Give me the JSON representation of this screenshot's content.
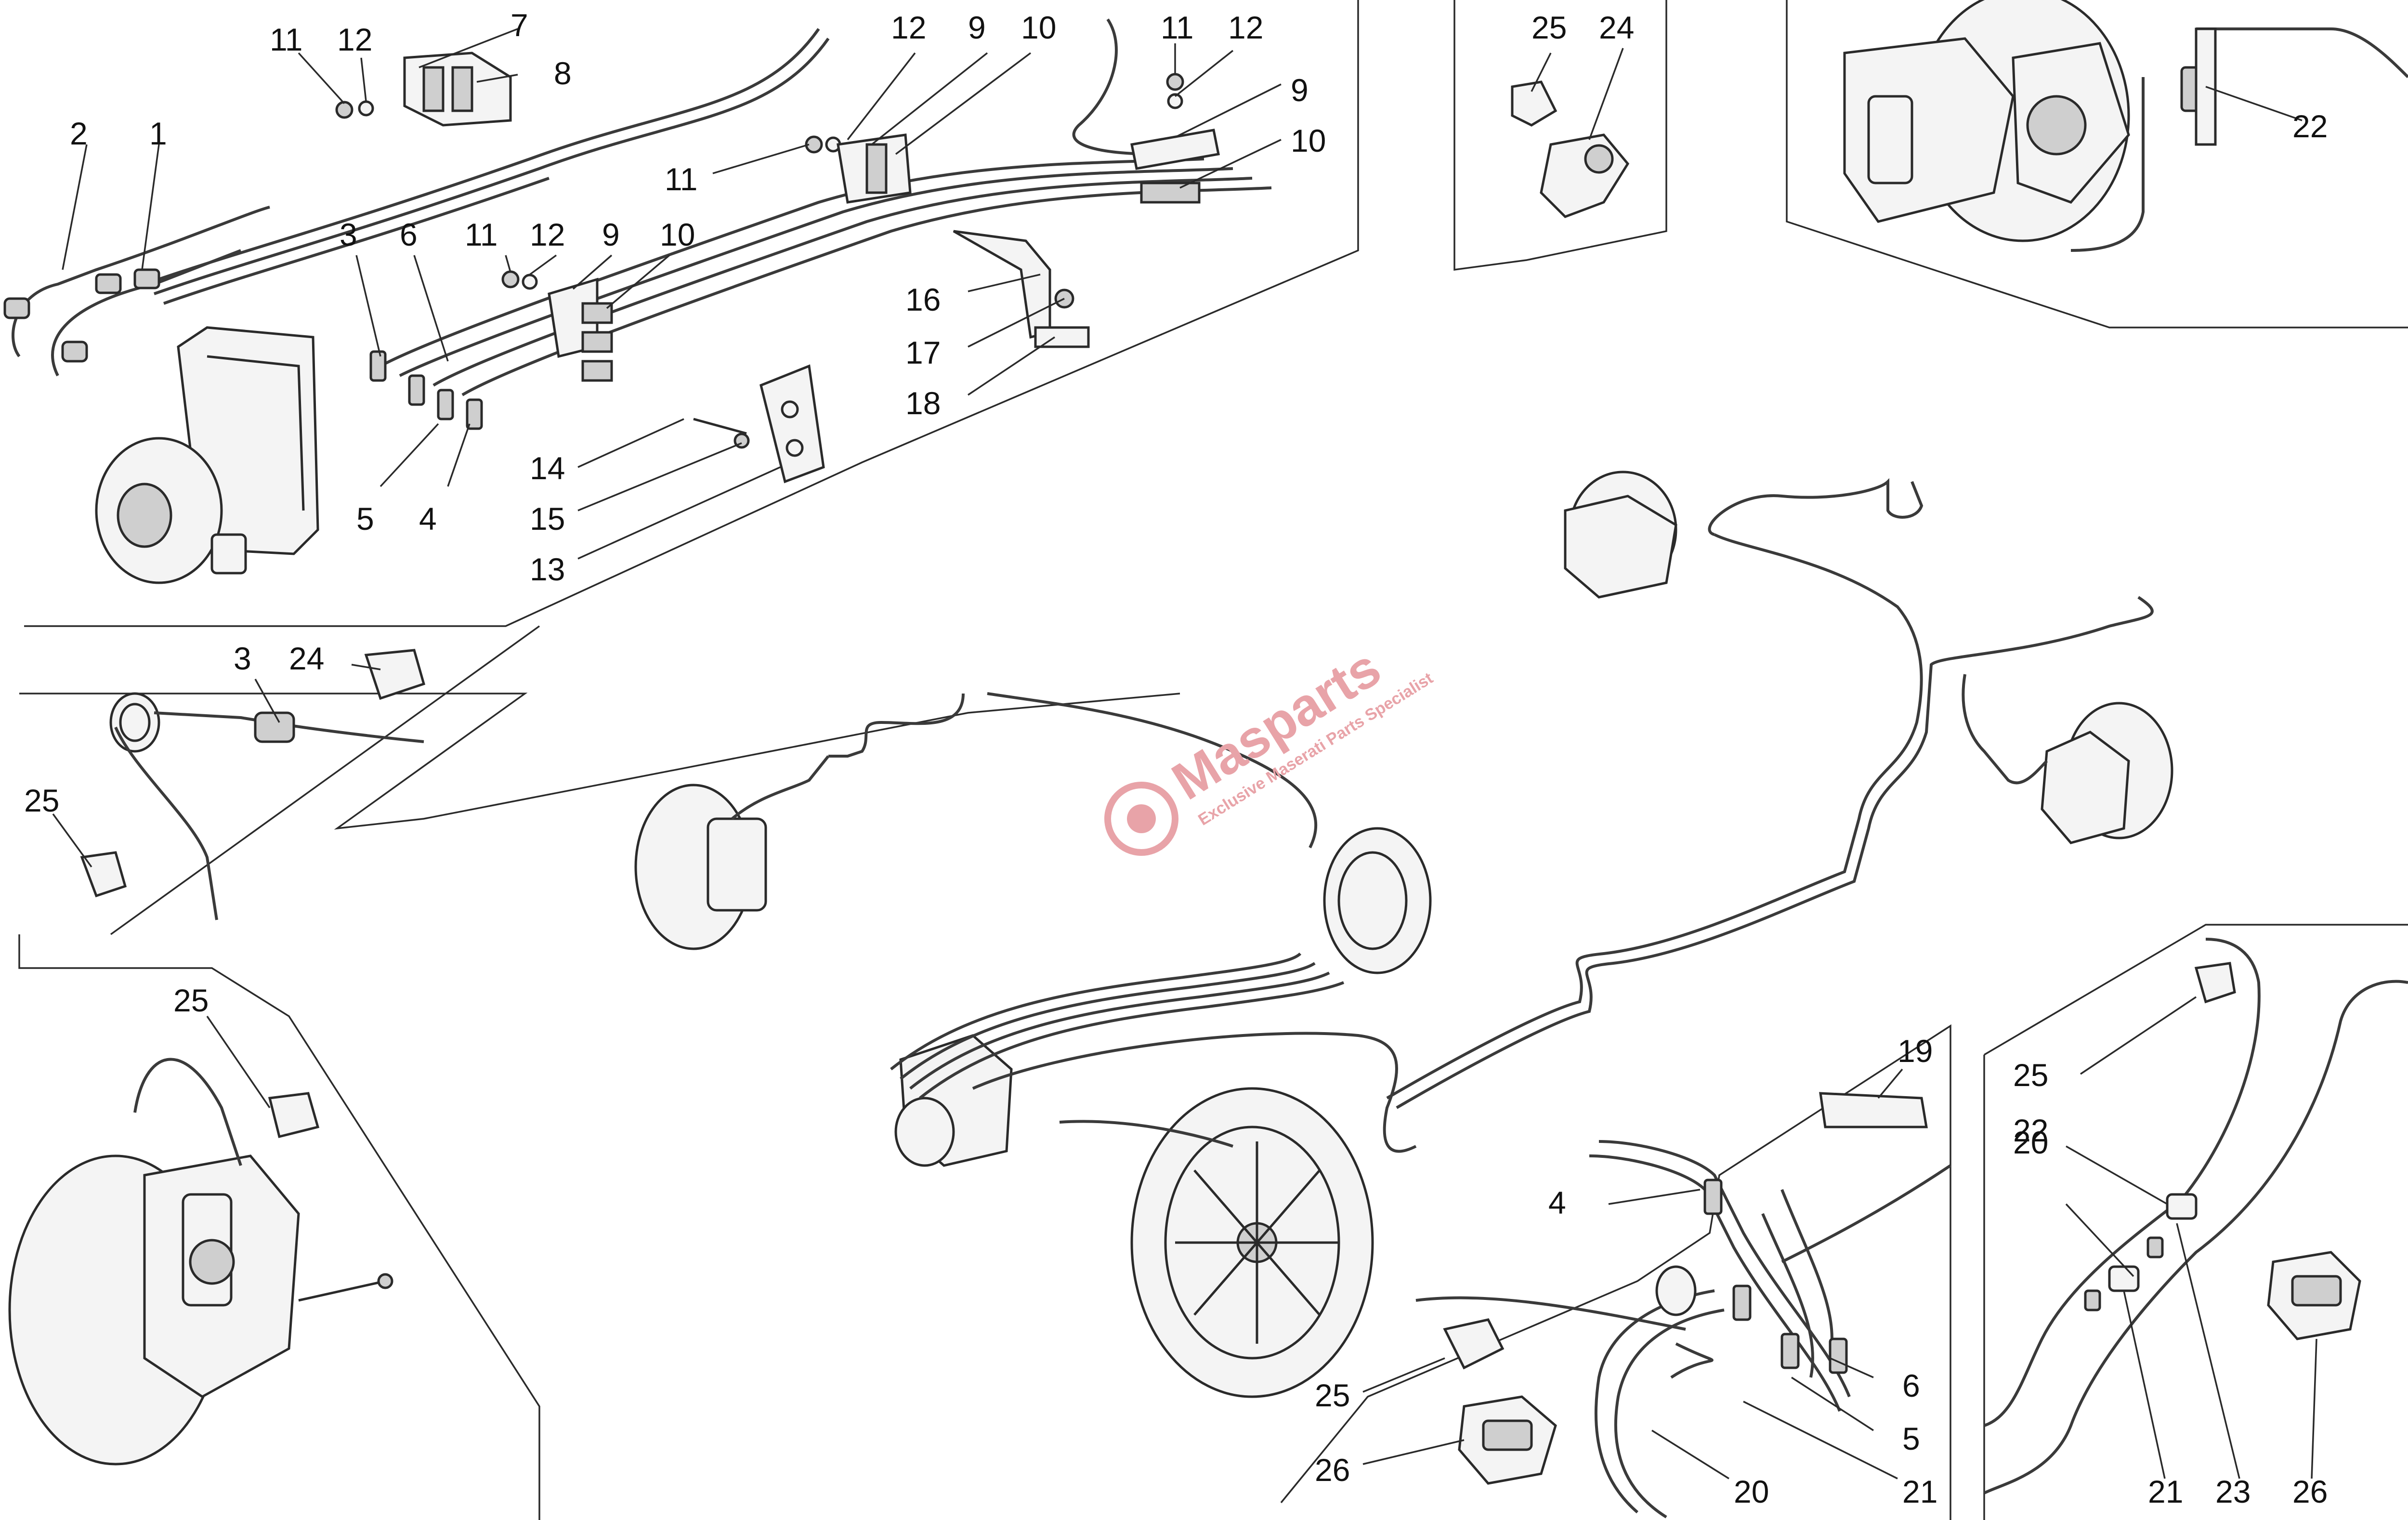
{
  "watermark": {
    "brand": "Masparts",
    "tagline": "Exclusive Maserati Parts Specialist",
    "color": "#e8a3a8"
  },
  "callouts": [
    {
      "id": "c1",
      "text": "1"
    },
    {
      "id": "c2",
      "text": "2"
    },
    {
      "id": "c3a",
      "text": "3"
    },
    {
      "id": "c3b",
      "text": "3"
    },
    {
      "id": "c4a",
      "text": "4"
    },
    {
      "id": "c4b",
      "text": "4"
    },
    {
      "id": "c5a",
      "text": "5"
    },
    {
      "id": "c5b",
      "text": "5"
    },
    {
      "id": "c6a",
      "text": "6"
    },
    {
      "id": "c6b",
      "text": "6"
    },
    {
      "id": "c7",
      "text": "7"
    },
    {
      "id": "c8",
      "text": "8"
    },
    {
      "id": "c9a",
      "text": "9"
    },
    {
      "id": "c9b",
      "text": "9"
    },
    {
      "id": "c9c",
      "text": "9"
    },
    {
      "id": "c10a",
      "text": "10"
    },
    {
      "id": "c10b",
      "text": "10"
    },
    {
      "id": "c10c",
      "text": "10"
    },
    {
      "id": "c11a",
      "text": "11"
    },
    {
      "id": "c11b",
      "text": "11"
    },
    {
      "id": "c11c",
      "text": "11"
    },
    {
      "id": "c11d",
      "text": "11"
    },
    {
      "id": "c12a",
      "text": "12"
    },
    {
      "id": "c12b",
      "text": "12"
    },
    {
      "id": "c12c",
      "text": "12"
    },
    {
      "id": "c12d",
      "text": "12"
    },
    {
      "id": "c13",
      "text": "13"
    },
    {
      "id": "c14",
      "text": "14"
    },
    {
      "id": "c15",
      "text": "15"
    },
    {
      "id": "c16",
      "text": "16"
    },
    {
      "id": "c17",
      "text": "17"
    },
    {
      "id": "c18",
      "text": "18"
    },
    {
      "id": "c19",
      "text": "19"
    },
    {
      "id": "c20a",
      "text": "20"
    },
    {
      "id": "c20b",
      "text": "20"
    },
    {
      "id": "c21a",
      "text": "21"
    },
    {
      "id": "c21b",
      "text": "21"
    },
    {
      "id": "c22a",
      "text": "22"
    },
    {
      "id": "c22b",
      "text": "22"
    },
    {
      "id": "c23",
      "text": "23"
    },
    {
      "id": "c24a",
      "text": "24"
    },
    {
      "id": "c24b",
      "text": "24"
    },
    {
      "id": "c25a",
      "text": "25"
    },
    {
      "id": "c25b",
      "text": "25"
    },
    {
      "id": "c25c",
      "text": "25"
    },
    {
      "id": "c25d",
      "text": "25"
    },
    {
      "id": "c25e",
      "text": "25"
    },
    {
      "id": "c26a",
      "text": "26"
    },
    {
      "id": "c26b",
      "text": "26"
    }
  ]
}
